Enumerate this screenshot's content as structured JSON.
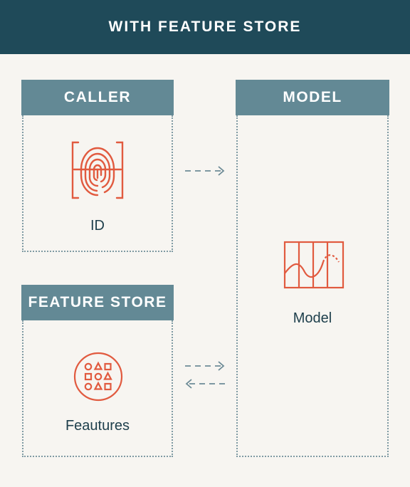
{
  "title": "WITH FEATURE STORE",
  "caller": {
    "header": "CALLER",
    "label": "ID",
    "icon": "fingerprint-scan-icon"
  },
  "feature_store": {
    "header": "FEATURE STORE",
    "label": "Feautures",
    "icon": "shapes-grid-icon"
  },
  "model": {
    "header": "MODEL",
    "label": "Model",
    "icon": "model-curve-grid-icon"
  },
  "colors": {
    "banner": "#1f4a59",
    "header": "#638995",
    "accent": "#e15a3f",
    "arrow": "#6d8b96",
    "text": "#1d3e4b",
    "background": "#f7f5f1"
  }
}
